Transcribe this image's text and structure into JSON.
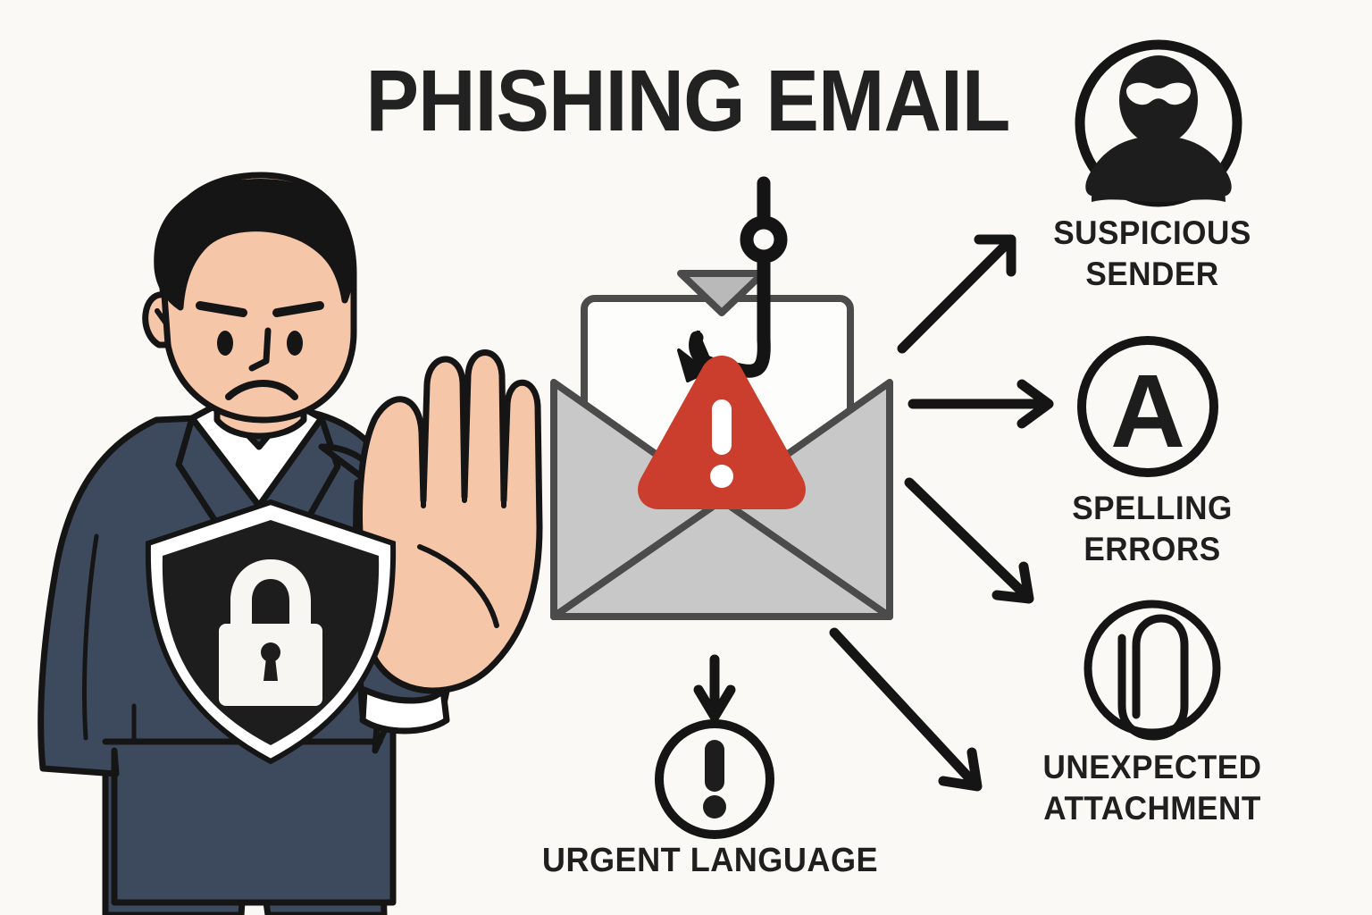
{
  "page": {
    "title": "PHISHING EMAIL",
    "background_color": "#faf9f5",
    "text_color": "#1f1f1f"
  },
  "character": {
    "name": "businessman-stop-gesture",
    "skin_color": "#f6c6a8",
    "suit_color": "#3d4a5e",
    "hair_color": "#151515",
    "shirt_color": "#ffffff",
    "tie_color": "#3d4a5e",
    "expression": "frowning"
  },
  "shield": {
    "name": "security-shield",
    "shield_color": "#1d1d1d",
    "outline_color": "#ffffff",
    "lock_color": "#f7f6f2",
    "icon": "padlock-icon"
  },
  "envelope": {
    "name": "open-envelope",
    "body_color": "#c8c8c8",
    "flap_color": "#b9b9b9",
    "letter_color": "#fdfdfb",
    "stroke_color": "#4b4b4b"
  },
  "warning": {
    "name": "warning-triangle",
    "color": "#cb3d2c",
    "mark": "!"
  },
  "hook": {
    "name": "fishing-hook",
    "color": "#141414"
  },
  "callouts": [
    {
      "id": "suspicious-sender",
      "icon": "masked-hacker-icon",
      "lines": [
        "SUSPICIOUS",
        "SENDER"
      ],
      "arrow": "arrow-up-right"
    },
    {
      "id": "spelling-errors",
      "icon": "letter-a-icon",
      "icon_glyph": "A",
      "lines": [
        "SPELLING",
        "ERRORS"
      ],
      "arrow": "arrow-right"
    },
    {
      "id": "unexpected-attachment",
      "icon": "paperclip-icon",
      "lines": [
        "UNEXPECTED",
        "ATTACHMENT"
      ],
      "arrow": "arrow-down-right"
    },
    {
      "id": "urgent-language",
      "icon": "exclamation-circle-icon",
      "icon_glyph": "!",
      "lines": [
        "URGENT LANGUAGE"
      ],
      "arrow": "arrow-down"
    }
  ],
  "arrows": {
    "color": "#151515"
  }
}
